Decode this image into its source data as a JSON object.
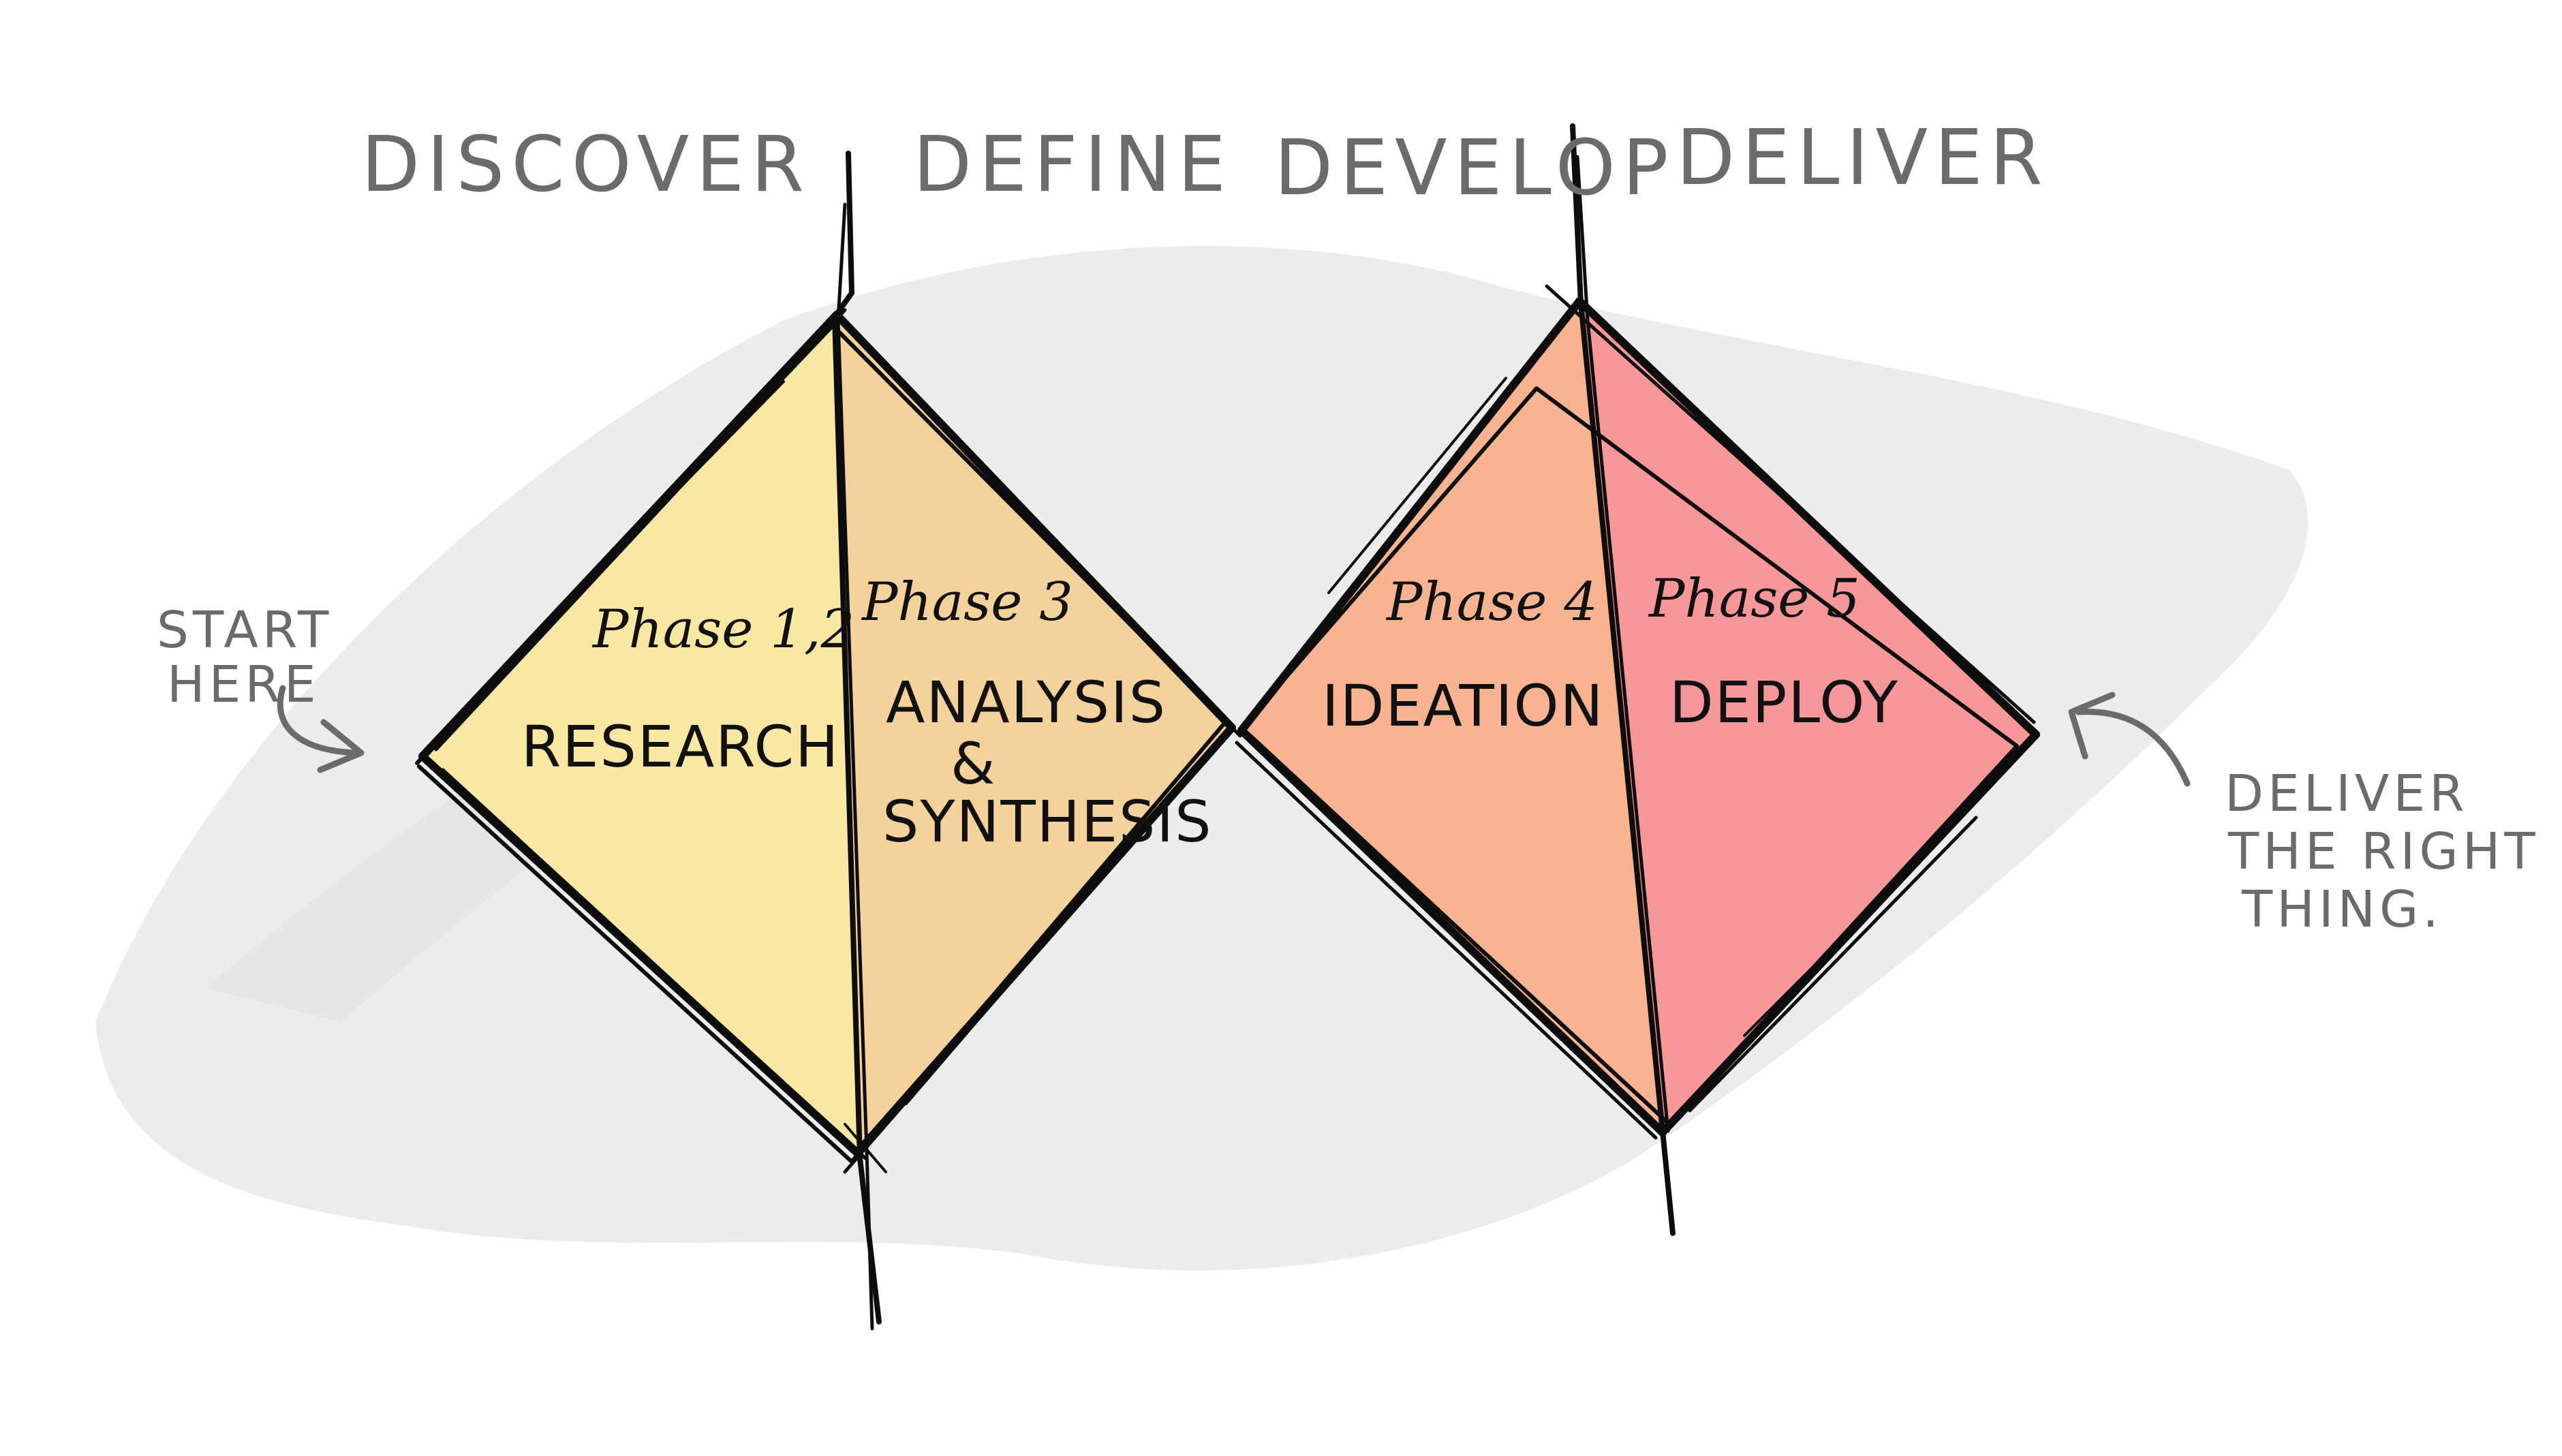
{
  "headings": {
    "discover": "DISCOVER",
    "define": "DEFINE",
    "develop": "DEVELOP",
    "deliver": "DELIVER"
  },
  "notes": {
    "start_line1": "START",
    "start_line2": "HERE",
    "end_line1": "DELIVER",
    "end_line2": "THE RIGHT",
    "end_line3": "THING."
  },
  "quadrants": [
    {
      "phase": "Phase 1,2",
      "activity_line1": "RESEARCH",
      "color": "#f9e7a3"
    },
    {
      "phase": "Phase 3",
      "activity_line1": "ANALYSIS",
      "activity_line2": "&",
      "activity_line3": "SYNTHESIS",
      "color": "#f5d29b"
    },
    {
      "phase": "Phase 4",
      "activity_line1": "IDEATION",
      "color": "#f8b491"
    },
    {
      "phase": "Phase 5",
      "activity_line1": "DEPLOY",
      "color": "#f7979a"
    }
  ],
  "colors": {
    "ink": "#0d0d0d",
    "label_gray": "#6b6b6b",
    "brush_gray": "#ececec"
  }
}
